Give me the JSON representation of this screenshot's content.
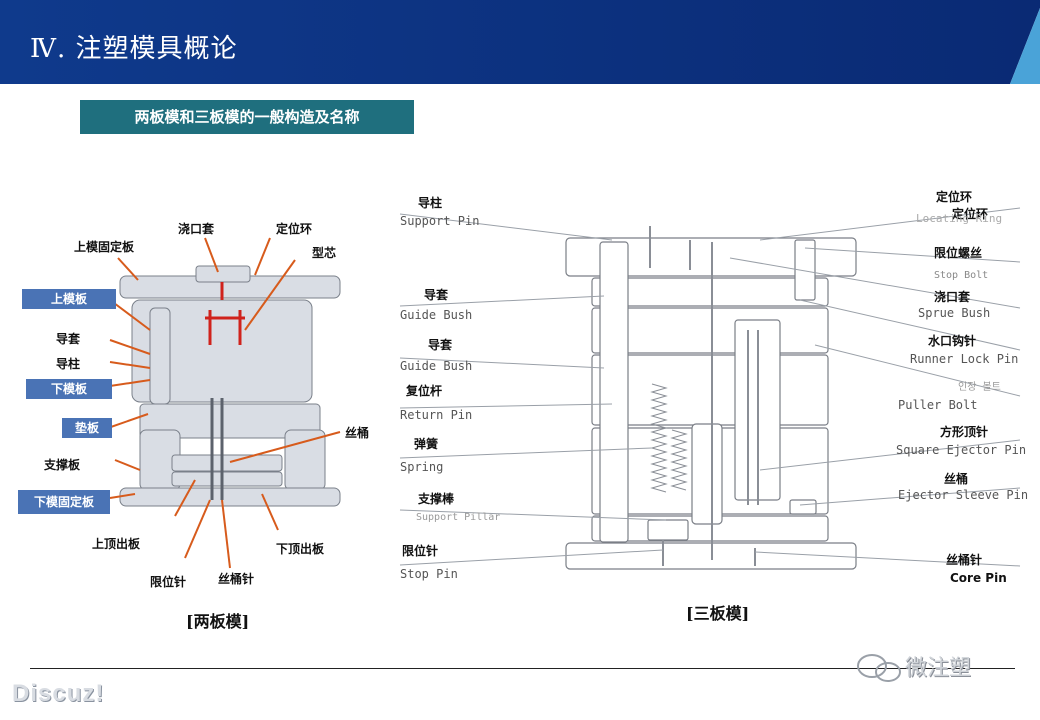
{
  "slide": {
    "title": "Ⅳ. 注塑模具概论",
    "subtitle": "两板模和三板模的一般构造及名称"
  },
  "two_plate": {
    "caption": "[两板模]",
    "labels": {
      "sprue_bush": "浇口套",
      "locate_ring": "定位环",
      "top_clamp": "上模固定板",
      "core": "型芯",
      "top_plate": "上模板",
      "guide_bush": "导套",
      "guide_pin": "导柱",
      "bottom_plate": "下模板",
      "spacer": "垫板",
      "sleeve": "丝桶",
      "support": "支撑板",
      "bottom_clamp": "下模固定板",
      "upper_ejector": "上顶出板",
      "lower_ejector": "下顶出板",
      "stop_pin": "限位针",
      "sleeve_pin": "丝桶针"
    }
  },
  "three_plate": {
    "caption": "[三板模]",
    "left": {
      "support_pin_cn": "导柱",
      "support_pin_en": "Support Pin",
      "guide_bush1_cn": "导套",
      "guide_bush1_en": "Guide Bush",
      "guide_bush2_cn": "导套",
      "guide_bush2_en": "Guide Bush",
      "return_pin_cn": "复位杆",
      "return_pin_en": "Return Pin",
      "spring_cn": "弹簧",
      "spring_en": "Spring",
      "support_pillar_cn": "支撑棒",
      "support_pillar_en": "Support Pillar",
      "stop_pin_cn": "限位针",
      "stop_pin_en": "Stop Pin"
    },
    "right": {
      "locate_ring_cn1": "定位环",
      "locate_ring_cn2": "定位环",
      "locate_ring_en": "Locating Ring",
      "stop_bolt_cn": "限位螺丝",
      "stop_bolt_en": "Stop Bolt",
      "sprue_bush_cn": "浇口套",
      "sprue_bush_en": "Sprue Bush",
      "runner_lock_cn": "水口钩针",
      "runner_lock_en": "Runner Lock Pin",
      "korean": "인장 볼트",
      "puller_bolt_en": "Puller Bolt",
      "square_ejector_cn": "方形顶针",
      "square_ejector_en": "Square Ejector Pin",
      "sleeve_cn": "丝桶",
      "sleeve_en": "Ejector Sleeve Pin",
      "core_pin_cn": "丝桶针",
      "core_pin_en": "Core Pin"
    }
  },
  "footer": {
    "watermark": "Discuz!",
    "wechat": "微注塑"
  }
}
